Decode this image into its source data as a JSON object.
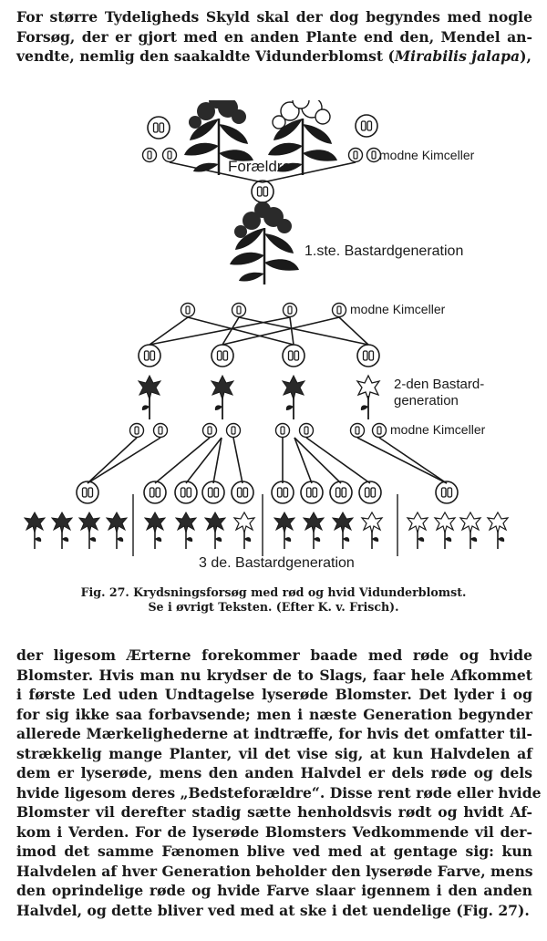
{
  "top_paragraph": {
    "lines": [
      "For større Tydeligheds Skyld skal der dog begyndes med nogle",
      "Forsøg, der er gjort med en anden Plante end den, Mendel an-",
      "vendte, nemlig den saakaldte Vidunderblomst"
    ],
    "species": "Mirabilis jalapa",
    "species_open": "(",
    "species_close": "),"
  },
  "figure": {
    "parents_label": "Forældre",
    "cells_label_1": "modne Kimceller",
    "gen1_label": "1.ste. Bastardgeneration",
    "cells_label_2": "modne Kimceller",
    "gen2_label_line1": "2-den Bastard-",
    "gen2_label_line2": "generation",
    "cells_label_3": "modne Kimceller",
    "gen3_label": "3 de. Bastardgeneration",
    "colors": {
      "ink": "#1a1a1a",
      "paper": "#ffffff"
    }
  },
  "caption": {
    "line1": "Fig. 27. Krydsningsforsøg med rød og hvid Vidunderblomst.",
    "line2": "Se i øvrigt Teksten. (Efter K. v. Frisch)."
  },
  "bottom_paragraph": {
    "lines": [
      "der ligesom Ærterne forekommer baade med røde og hvide",
      "Blomster. Hvis man nu krydser de to Slags, faar hele Afkommet",
      "i første Led uden Undtagelse lyserøde Blomster. Det lyder i og",
      "for sig ikke saa forbavsende; men i næste Generation begynder",
      "allerede Mærkelighederne at indtræffe, for hvis det omfatter til-",
      "strækkelig mange Planter, vil det vise sig, at kun Halvdelen af",
      "dem er lyserøde, mens den anden Halvdel er dels røde og dels",
      "hvide ligesom deres „Bedsteforældre“. Disse rent røde eller hvide",
      "Blomster vil derefter stadig sætte henholdsvis rødt og hvidt Af-",
      "kom i Verden. For de lyserøde Blomsters Vedkommende vil der-",
      "imod det samme Fænomen blive ved med at gentage sig: kun",
      "Halvdelen af hver Generation beholder den lyserøde Farve, mens",
      "den oprindelige røde og hvide Farve slaar igennem i den anden",
      "Halvdel, og dette bliver ved med at ske i det uendelige (Fig. 27)."
    ]
  }
}
